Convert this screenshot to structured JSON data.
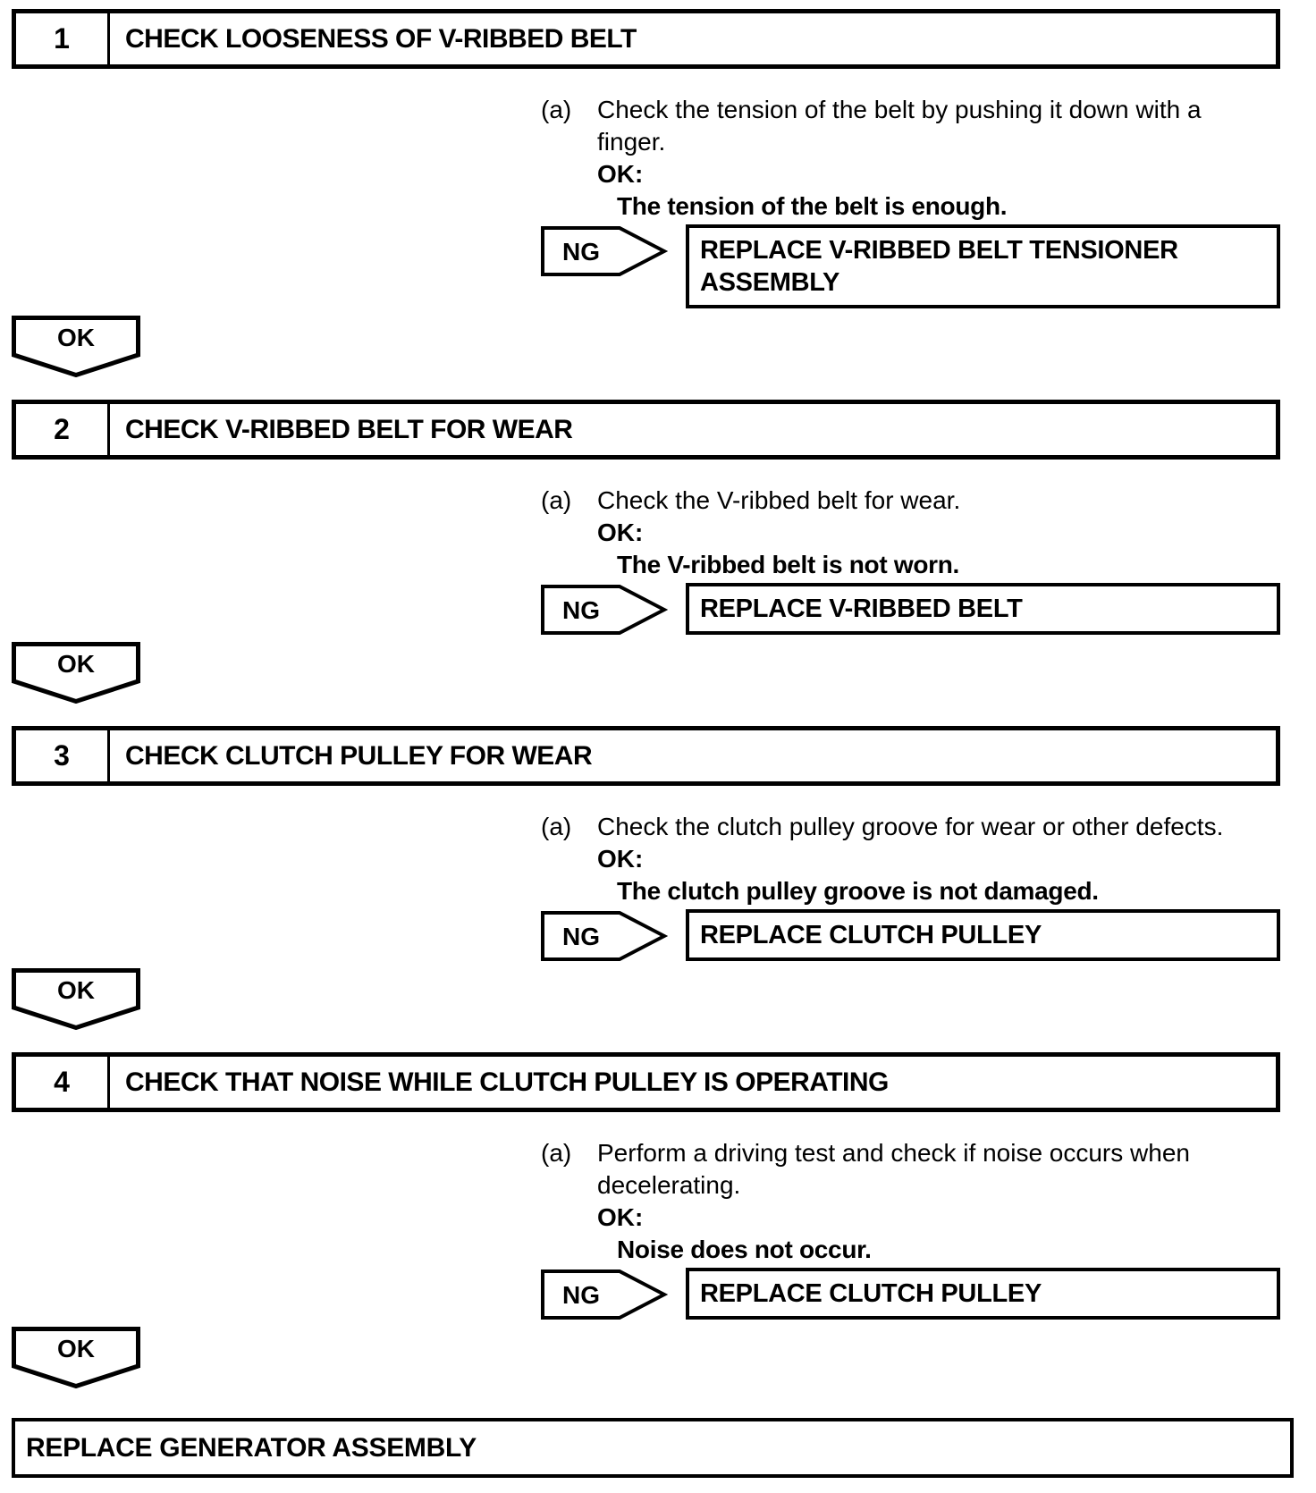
{
  "steps": [
    {
      "number": "1",
      "title": "CHECK LOOSENESS OF V-RIBBED BELT",
      "item_label": "(a)",
      "instruction": "Check the tension of the belt by pushing it down with a\nfinger.",
      "ok_label": "OK:",
      "ok_condition": "The tension of the belt is enough.",
      "ng_label": "NG",
      "ng_action": "REPLACE V-RIBBED BELT TENSIONER\nASSEMBLY",
      "ok_arrow_label": "OK"
    },
    {
      "number": "2",
      "title": "CHECK V-RIBBED BELT FOR WEAR",
      "item_label": "(a)",
      "instruction": "Check the V-ribbed belt for wear.",
      "ok_label": "OK:",
      "ok_condition": "The V-ribbed belt is not worn.",
      "ng_label": "NG",
      "ng_action": "REPLACE V-RIBBED BELT",
      "ok_arrow_label": "OK"
    },
    {
      "number": "3",
      "title": "CHECK CLUTCH PULLEY FOR WEAR",
      "item_label": "(a)",
      "instruction": "Check the clutch pulley groove for wear or other defects.",
      "ok_label": "OK:",
      "ok_condition": "The clutch pulley groove is not damaged.",
      "ng_label": "NG",
      "ng_action": "REPLACE CLUTCH PULLEY",
      "ok_arrow_label": "OK"
    },
    {
      "number": "4",
      "title": "CHECK THAT NOISE WHILE CLUTCH PULLEY IS OPERATING",
      "item_label": "(a)",
      "instruction": "Perform a driving test and check if noise occurs when\ndecelerating.",
      "ok_label": "OK:",
      "ok_condition": "Noise does not occur.",
      "ng_label": "NG",
      "ng_action": "REPLACE CLUTCH PULLEY",
      "ok_arrow_label": "OK"
    }
  ],
  "final_action": "REPLACE GENERATOR ASSEMBLY"
}
